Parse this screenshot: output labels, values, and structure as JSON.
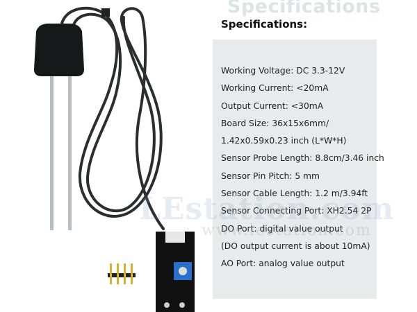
{
  "header": {
    "ghost_title": "Specifications",
    "title": "Specifications:"
  },
  "specs": [
    "Working Voltage: DC 3.3-12V",
    "Working Current: <20mA",
    "Output Current: <30mA",
    "Board Size: 36x15x6mm/",
    "1.42x0.59x0.23 inch (L*W*H)",
    "Sensor Probe Length: 8.8cm/3.46 inch",
    "Sensor Pin Pitch: 5 mm",
    "Sensor Cable Length: 1.2 m/3.94ft",
    "Sensor Connecting Port: XH2.54 2P",
    "DO Port: digital value output",
    "(DO output current is about 10mA)",
    "AO Port: analog value output"
  ],
  "watermark": {
    "logo": "LEstation.com",
    "url": "www.lestation.com"
  },
  "colors": {
    "panel": "#e7ebec",
    "board": "#111111",
    "potentiometer": "#2a6fc9",
    "header_pins": "#d9b02a"
  }
}
